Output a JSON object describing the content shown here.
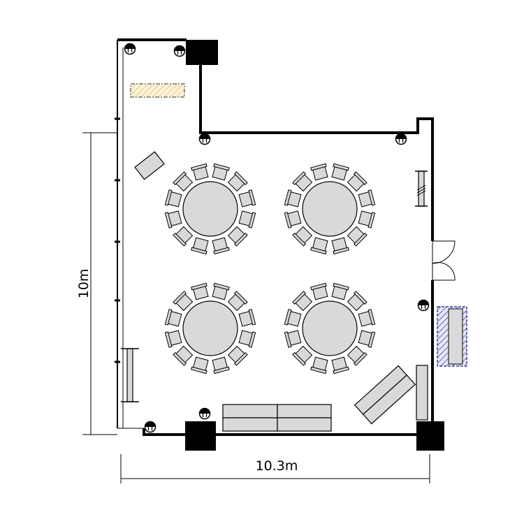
{
  "dimensions": {
    "height_label": "10m",
    "width_label": "10.3m"
  },
  "layout": {
    "round_tables": 4,
    "chairs_per_table": 12
  },
  "colors": {
    "wall": "#000000",
    "furniture_fill": "#d9d9d9",
    "stage_hatch": "#e3c987",
    "stage_fill": "#fbf3d9",
    "counter_hatch": "#3b3fa0",
    "counter_fill": "#e6e8f6"
  },
  "icons": {
    "outlet": "power-outlet-icon",
    "pillar": "pillar-block",
    "door": "door-swing-icon"
  }
}
